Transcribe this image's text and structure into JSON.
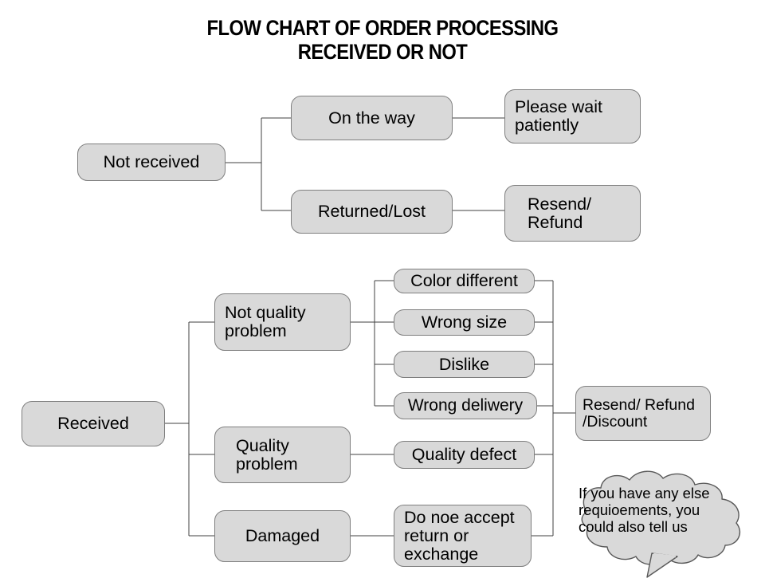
{
  "title": {
    "line1": "FLOW CHART OF ORDER PROCESSING",
    "line2": "RECEIVED OR NOT"
  },
  "colors": {
    "node_fill": "#d9d9d9",
    "node_border": "#7f7f7f",
    "line": "#404040",
    "text": "#000000",
    "background": "#ffffff"
  },
  "chart_data": {
    "type": "diagram",
    "title": "FLOW CHART OF ORDER PROCESSING RECEIVED OR NOT",
    "branches": [
      {
        "root": "Not received",
        "children": [
          {
            "label": "On the way",
            "result": "Please wait patiently"
          },
          {
            "label": "Returned/Lost",
            "result": "Resend/\nRefund"
          }
        ]
      },
      {
        "root": "Received",
        "children": [
          {
            "label": "Not quality\nproblem",
            "reasons": [
              "Color different",
              "Wrong size",
              "Dislike",
              "Wrong deliwery"
            ],
            "result": "Resend/ Refund\n/Discount"
          },
          {
            "label": "Quality\nproblem",
            "reasons": [
              "Quality defect"
            ],
            "result": "Resend/ Refund\n/Discount"
          },
          {
            "label": "Damaged",
            "reasons": [
              "Do noe accept\nreturn or\nexchange"
            ],
            "result": "Resend/ Refund\n/Discount"
          }
        ]
      }
    ],
    "note": "If you have any else\nrequioements, you\ncould also tell us"
  },
  "nodes": {
    "not_received": "Not received",
    "on_the_way": "On the way",
    "please_wait": "Please wait\npatiently",
    "returned_lost": "Returned/Lost",
    "resend_refund": "Resend/\nRefund",
    "received": "Received",
    "not_quality_problem": "Not quality\nproblem",
    "quality_problem": "Quality\nproblem",
    "damaged": "Damaged",
    "color_different": "Color different",
    "wrong_size": "Wrong size",
    "dislike": "Dislike",
    "wrong_deliwery": "Wrong deliwery",
    "quality_defect": "Quality defect",
    "do_noe_accept": "Do noe accept\nreturn or\nexchange",
    "resend_refund_discount": "Resend/ Refund\n/Discount",
    "note_bubble": "If you have any else\nrequioements, you\ncould also tell us"
  }
}
